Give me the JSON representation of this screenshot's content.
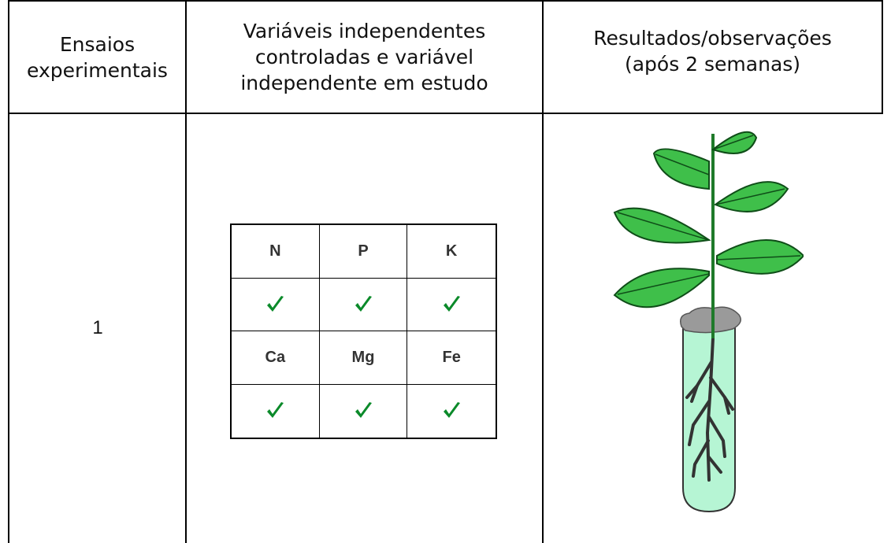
{
  "header": {
    "col1": "Ensaios\nexperimentais",
    "col2": "Variáveis independentes\ncontroladas e variável\nindependente em estudo",
    "col3": "Resultados/observações\n(após 2 semanas)"
  },
  "row1": {
    "trial": "1",
    "nutrients": [
      {
        "symbol": "N",
        "present": true
      },
      {
        "symbol": "P",
        "present": true
      },
      {
        "symbol": "K",
        "present": true
      },
      {
        "symbol": "Ca",
        "present": true
      },
      {
        "symbol": "Mg",
        "present": true
      },
      {
        "symbol": "Fe",
        "present": true
      }
    ]
  },
  "colors": {
    "check": "#0b8a2a",
    "leaf": "#3fbf4a",
    "stem": "#1f7a2a",
    "tube_liquid": "#b6f5d4",
    "root": "#333333",
    "cotton": "#9a9a9a"
  }
}
